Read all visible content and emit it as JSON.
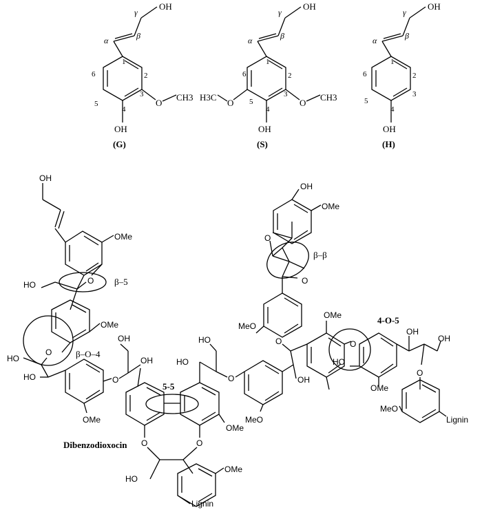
{
  "monomers": [
    {
      "code": "(G)",
      "top_group": "OH",
      "gamma": "γ",
      "beta": "β",
      "alpha": "α",
      "numbers": [
        "1",
        "2",
        "3",
        "4",
        "5",
        "6"
      ],
      "bottom_group": "OH",
      "right_sub": "CH3",
      "left_sub": ""
    },
    {
      "code": "(S)",
      "top_group": "OH",
      "gamma": "γ",
      "beta": "β",
      "alpha": "α",
      "numbers": [
        "1",
        "2",
        "3",
        "4",
        "5",
        "6"
      ],
      "bottom_group": "OH",
      "right_sub": "CH3",
      "left_sub": "H3C"
    },
    {
      "code": "(H)",
      "top_group": "OH",
      "gamma": "γ",
      "beta": "β",
      "alpha": "α",
      "numbers": [
        "1",
        "2",
        "3",
        "4",
        "5",
        "6"
      ],
      "bottom_group": "OH",
      "right_sub": "",
      "left_sub": ""
    }
  ],
  "polymer": {
    "linkages": {
      "b5": "β–5",
      "bo4": "β–O–4",
      "bb": "β–β",
      "five5": "5-5",
      "four_o5": "4-O-5"
    },
    "dibenzodioxocin": "Dibenzodioxocin",
    "labels": {
      "oh": "OH",
      "ho": "HO",
      "ome": "OMe",
      "meo": "MeO",
      "o": "O",
      "lignin": "Lignin"
    }
  }
}
